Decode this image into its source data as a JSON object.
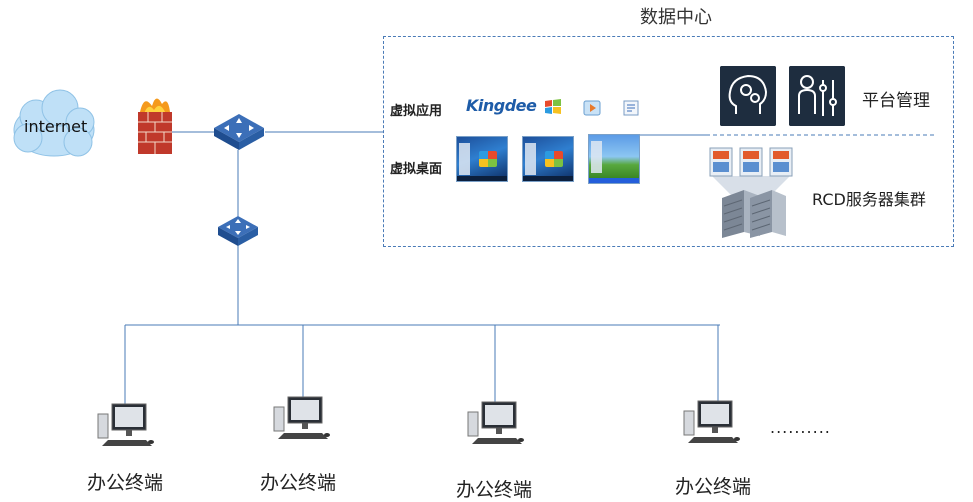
{
  "title": "数据中心",
  "cloud_label": "internet",
  "row_labels": {
    "apps": "虚拟应用",
    "desktops": "虚拟桌面"
  },
  "kingdee": "Kingdee",
  "platform_label": "平台管理",
  "rcd_label": "RCD服务器集群",
  "terminals": [
    "办公终端",
    "办公终端",
    "办公终端",
    "办公终端"
  ],
  "ellipsis": "..........",
  "colors": {
    "line": "#4a7bb7",
    "cloud": "#bfe0f7",
    "icon_bg": "#1e2d3f"
  }
}
